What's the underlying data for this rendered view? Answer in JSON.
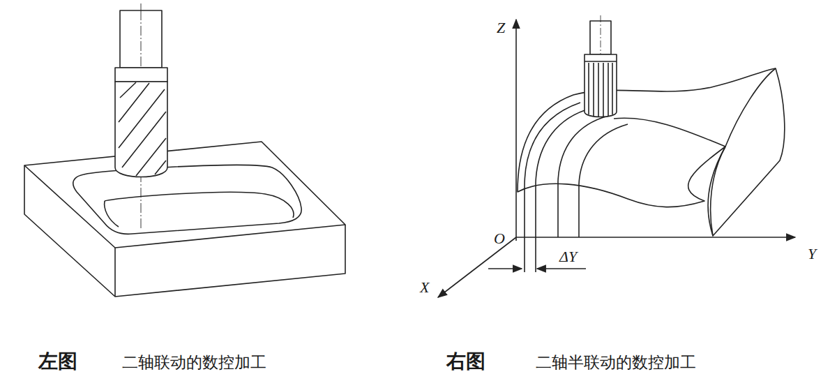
{
  "diagram": {
    "labels": [
      "Z",
      "O",
      "X",
      "Y",
      "ΔY",
      "左图",
      "二轴联动的数控加工",
      "右图",
      "二轴半联动的数控加工"
    ]
  }
}
